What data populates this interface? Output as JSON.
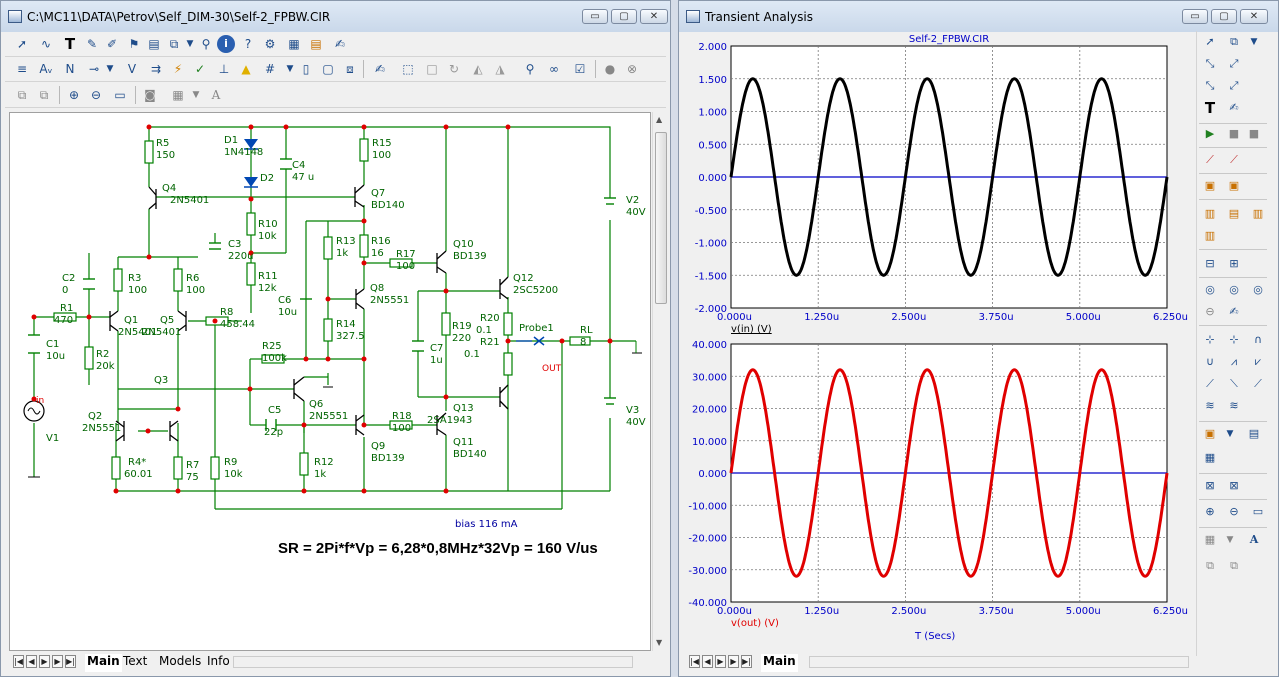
{
  "schematic_window": {
    "title": "C:\\MC11\\DATA\\Petrov\\Self_DIM-30\\Self-2_FPBW.CIR",
    "formula": "SR = 2Pi*f*Vp = 6,28*0,8MHz*32Vp = 160 V/us",
    "bias_label": "bias 116 mA",
    "tabs": [
      "Main",
      "Text",
      "Models",
      "Info"
    ],
    "active_tab": "Main"
  },
  "analysis_window": {
    "title": "Transient Analysis",
    "tabs": [
      "Main"
    ],
    "active_tab": "Main"
  },
  "caption_buttons": {
    "minimize": "▭",
    "maximize": "▢",
    "close": "✕"
  },
  "components": [
    {
      "ref": "R5",
      "value": "150"
    },
    {
      "ref": "D1",
      "value": "1N4148"
    },
    {
      "ref": "D2",
      "value": ""
    },
    {
      "ref": "C4",
      "value": "47 u"
    },
    {
      "ref": "R15",
      "value": "100"
    },
    {
      "ref": "Q4",
      "value": "2N5401"
    },
    {
      "ref": "Q7",
      "value": "BD140"
    },
    {
      "ref": "R10",
      "value": "10k"
    },
    {
      "ref": "C3",
      "value": "220u"
    },
    {
      "ref": "R13",
      "value": "1k"
    },
    {
      "ref": "R16",
      "value": "16"
    },
    {
      "ref": "R17",
      "value": "100"
    },
    {
      "ref": "Q10",
      "value": "BD139"
    },
    {
      "ref": "V2",
      "value": "40V"
    },
    {
      "ref": "C2",
      "value": "0"
    },
    {
      "ref": "R3",
      "value": "100"
    },
    {
      "ref": "R6",
      "value": "100"
    },
    {
      "ref": "R11",
      "value": "12k"
    },
    {
      "ref": "Q8",
      "value": "2N5551"
    },
    {
      "ref": "Q12",
      "value": "2SC5200"
    },
    {
      "ref": "R1",
      "value": "470"
    },
    {
      "ref": "Q1",
      "value": "2N5401"
    },
    {
      "ref": "Q5",
      "value": "2N5401"
    },
    {
      "ref": "R8",
      "value": "458.44"
    },
    {
      "ref": "C6",
      "value": "10u"
    },
    {
      "ref": "R14",
      "value": "327.5"
    },
    {
      "ref": "R19",
      "value": "220"
    },
    {
      "ref": "R20",
      "value": "0.1"
    },
    {
      "ref": "Probe1",
      "value": ""
    },
    {
      "ref": "RL",
      "value": "8"
    },
    {
      "ref": "C1",
      "value": "10u"
    },
    {
      "ref": "R2",
      "value": "20k"
    },
    {
      "ref": "R25",
      "value": "100k"
    },
    {
      "ref": "C7",
      "value": "1u"
    },
    {
      "ref": "R21",
      "value": "0.1"
    },
    {
      "ref": "Q3",
      "value": ""
    },
    {
      "ref": "Q6",
      "value": "2N5551"
    },
    {
      "ref": "Q13",
      "value": "2SA1943"
    },
    {
      "ref": "V3",
      "value": "40V"
    },
    {
      "ref": "Q2",
      "value": "2N5551"
    },
    {
      "ref": "C5",
      "value": "22p"
    },
    {
      "ref": "R18",
      "value": "100"
    },
    {
      "ref": "Q11",
      "value": "BD140"
    },
    {
      "ref": "V1",
      "value": ""
    },
    {
      "ref": "R4*",
      "value": "60.01"
    },
    {
      "ref": "R7",
      "value": "75"
    },
    {
      "ref": "R9",
      "value": "10k"
    },
    {
      "ref": "R12",
      "value": "1k"
    },
    {
      "ref": "Q9",
      "value": "BD139"
    }
  ],
  "node_labels": {
    "in": "in",
    "out": "OUT"
  },
  "colors": {
    "wire": "#008000",
    "plot1": "#000000",
    "plot2": "#e00000",
    "zero": "#0000c8",
    "axis_text": "#0000c8",
    "node": "#e00000"
  },
  "chart_data": [
    {
      "type": "line",
      "title": "Self-2_FPBW.CIR",
      "xlabel": "",
      "ylabel": "v(in) (V)",
      "x_ticks": [
        "0.000u",
        "1.250u",
        "2.500u",
        "3.750u",
        "5.000u",
        "6.250u"
      ],
      "y_ticks": [
        "2.000",
        "1.500",
        "1.000",
        "0.500",
        "0.000",
        "-0.500",
        "-1.000",
        "-1.500",
        "-2.000"
      ],
      "xlim": [
        0,
        6.25
      ],
      "ylim": [
        -2,
        2
      ],
      "series": [
        {
          "name": "v(in) (V)",
          "waveform": "sine",
          "amplitude": 1.5,
          "frequency_MHz": 0.8,
          "offset": 0,
          "phase_deg": 0
        }
      ]
    },
    {
      "type": "line",
      "title": "",
      "xlabel": "T (Secs)",
      "ylabel": "v(out) (V)",
      "x_ticks": [
        "0.000u",
        "1.250u",
        "2.500u",
        "3.750u",
        "5.000u",
        "6.250u"
      ],
      "y_ticks": [
        "40.000",
        "30.000",
        "20.000",
        "10.000",
        "0.000",
        "-10.000",
        "-20.000",
        "-30.000",
        "-40.000"
      ],
      "xlim": [
        0,
        6.25
      ],
      "ylim": [
        -40,
        40
      ],
      "series": [
        {
          "name": "v(out) (V)",
          "waveform": "sine",
          "amplitude": 32,
          "frequency_MHz": 0.8,
          "offset": 0,
          "phase_deg": 0
        }
      ]
    }
  ]
}
